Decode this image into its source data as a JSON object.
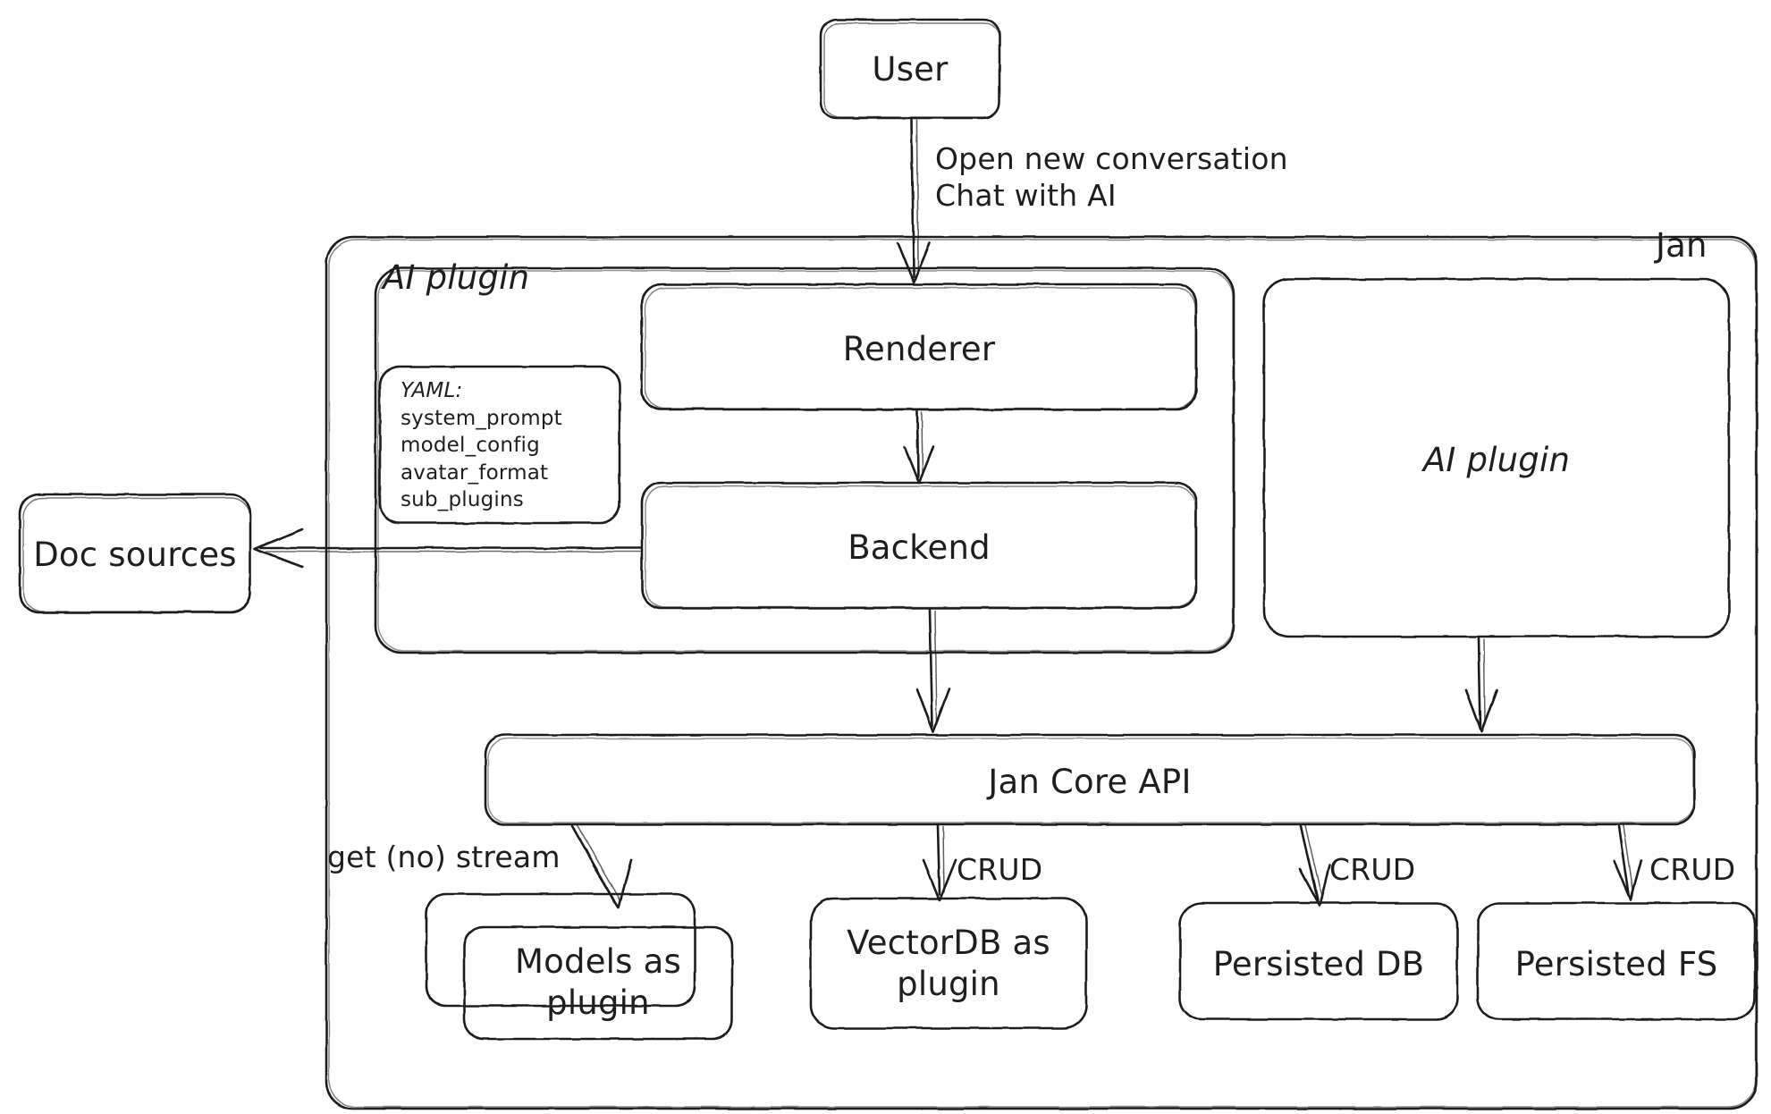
{
  "diagram": {
    "title": "Jan architecture overview",
    "style": "hand-drawn",
    "stroke_color": "#1e1e1e",
    "fill_color": "#ffffff",
    "background": "#ffffff"
  },
  "containers": {
    "jan": {
      "label": "Jan"
    },
    "ai_plugin_group": {
      "label": "AI plugin"
    }
  },
  "nodes": {
    "user": {
      "label": "User"
    },
    "renderer": {
      "label": "Renderer"
    },
    "backend": {
      "label": "Backend"
    },
    "ai_plugin_right": {
      "label": "AI plugin"
    },
    "doc_sources": {
      "label": "Doc sources"
    },
    "jan_core_api": {
      "label": "Jan Core API"
    },
    "models_as_plugin": {
      "label": "Models as\nplugin"
    },
    "vectordb_as_plugin": {
      "label": "VectorDB as\nplugin"
    },
    "persisted_db": {
      "label": "Persisted DB"
    },
    "persisted_fs": {
      "label": "Persisted FS"
    }
  },
  "yaml_card": {
    "heading": "YAML:",
    "keys": [
      "system_prompt",
      "model_config",
      "avatar_format",
      "sub_plugins"
    ]
  },
  "edge_labels": {
    "user_to_renderer": "Open new conversation\nChat with AI",
    "core_to_models": "get (no) stream",
    "core_to_vectordb": "CRUD",
    "core_to_persisted_db": "CRUD",
    "core_to_persisted_fs": "CRUD"
  }
}
